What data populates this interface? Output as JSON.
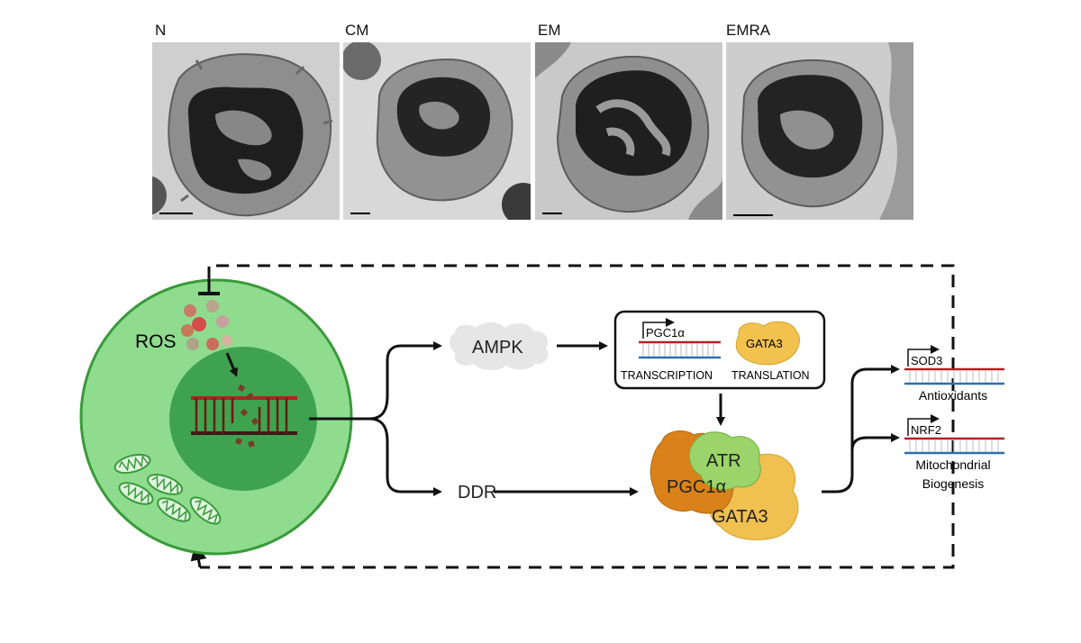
{
  "micrographs": {
    "panels": [
      {
        "label": "N"
      },
      {
        "label": "CM"
      },
      {
        "label": "EM"
      },
      {
        "label": "EMRA"
      }
    ]
  },
  "diagram": {
    "cell": {
      "ros_label": "ROS"
    },
    "ampk_label": "AMPK",
    "ddr_label": "DDR",
    "box": {
      "pgc1a_gene": "PGC1α",
      "transcription_label": "TRANSCRIPTION",
      "gata3_label": "GATA3",
      "translation_label": "TRANSLATION"
    },
    "complex": {
      "atr": "ATR",
      "pgc1a": "PGC1α",
      "gata3": "GATA3"
    },
    "targets": [
      {
        "gene": "SOD3",
        "caption_lines": [
          "Antioxidants"
        ]
      },
      {
        "gene": "NRF2",
        "caption_lines": [
          "Mitochondrial",
          "Biogenesis"
        ]
      }
    ],
    "colors": {
      "cell_outer": "#8fdc8f",
      "cell_border": "#3a9a3a",
      "nucleus_outer": "#3fa24f",
      "nucleus_inner": "#2f8a44",
      "dna_red": "#b22222",
      "dna_dark": "#3a1a14",
      "dna_blue": "#2b6fb0",
      "gata3_yellow": "#f2c14e",
      "pgc1a_orange": "#d9821a",
      "atr_green": "#9bd46a"
    }
  }
}
